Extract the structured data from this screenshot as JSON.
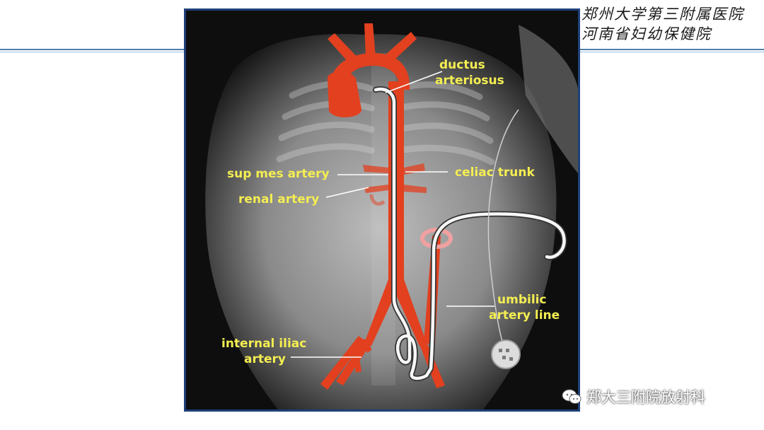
{
  "header": {
    "logo_line1": "郑州大学第三附属医院",
    "logo_line2": "河南省妇幼保健院"
  },
  "diagram": {
    "labels": {
      "ductus_line1": "ductus",
      "ductus_line2": "arteriosus",
      "sup_mes": "sup mes artery",
      "celiac": "celiac trunk",
      "renal": "renal artery",
      "umbilic_line1": "umbilic",
      "umbilic_line2": "artery line",
      "iliac_line1": "internal iliac",
      "iliac_line2": "artery"
    },
    "colors": {
      "artery": "#e2401f",
      "label": "#f4ee52",
      "frame": "#1f3f7a"
    }
  },
  "watermark": {
    "icon": "wechat-icon",
    "text": "郑大三附院放射科"
  }
}
